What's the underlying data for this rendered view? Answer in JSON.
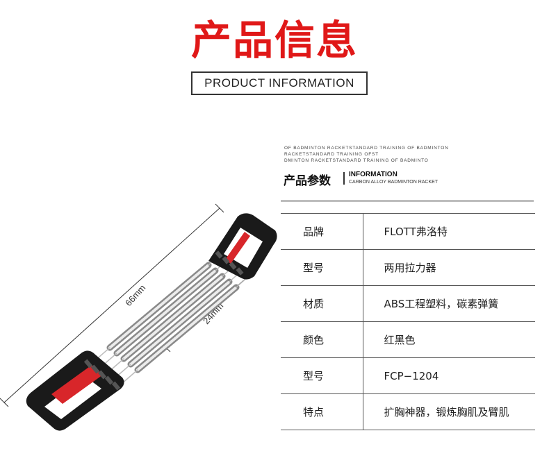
{
  "header": {
    "title_cn": "产品信息",
    "title_en": "PRODUCT INFORMATION"
  },
  "fine_print": [
    "OF BADMINTON RACKETSTANDARD TRAINING OF BADMINTON",
    "RACKETSTANDARD TRAINING OFST",
    "DMINTON RACKETSTANDARD TRAINING OF BADMINTO"
  ],
  "params": {
    "title_cn": "产品参数",
    "title_en": "INFORMATION",
    "subtitle_en": "CARBON ALLOY BADMINTON RACKET"
  },
  "dimensions": {
    "length": "66mm",
    "width": "24mm"
  },
  "specs": [
    {
      "key": "品牌",
      "value": "FLOTT弗洛特"
    },
    {
      "key": "型号",
      "value": "两用拉力器"
    },
    {
      "key": "材质",
      "value": "ABS工程塑料，碳素弹簧"
    },
    {
      "key": "颜色",
      "value": "红黑色"
    },
    {
      "key": "型号",
      "value": "FCP−1204"
    },
    {
      "key": "特点",
      "value": "扩胸神器，锻炼胸肌及臂肌"
    }
  ],
  "colors": {
    "accent_red": "#e01818",
    "handle_black": "#1a1a1a",
    "grip_red": "#d8262a"
  }
}
